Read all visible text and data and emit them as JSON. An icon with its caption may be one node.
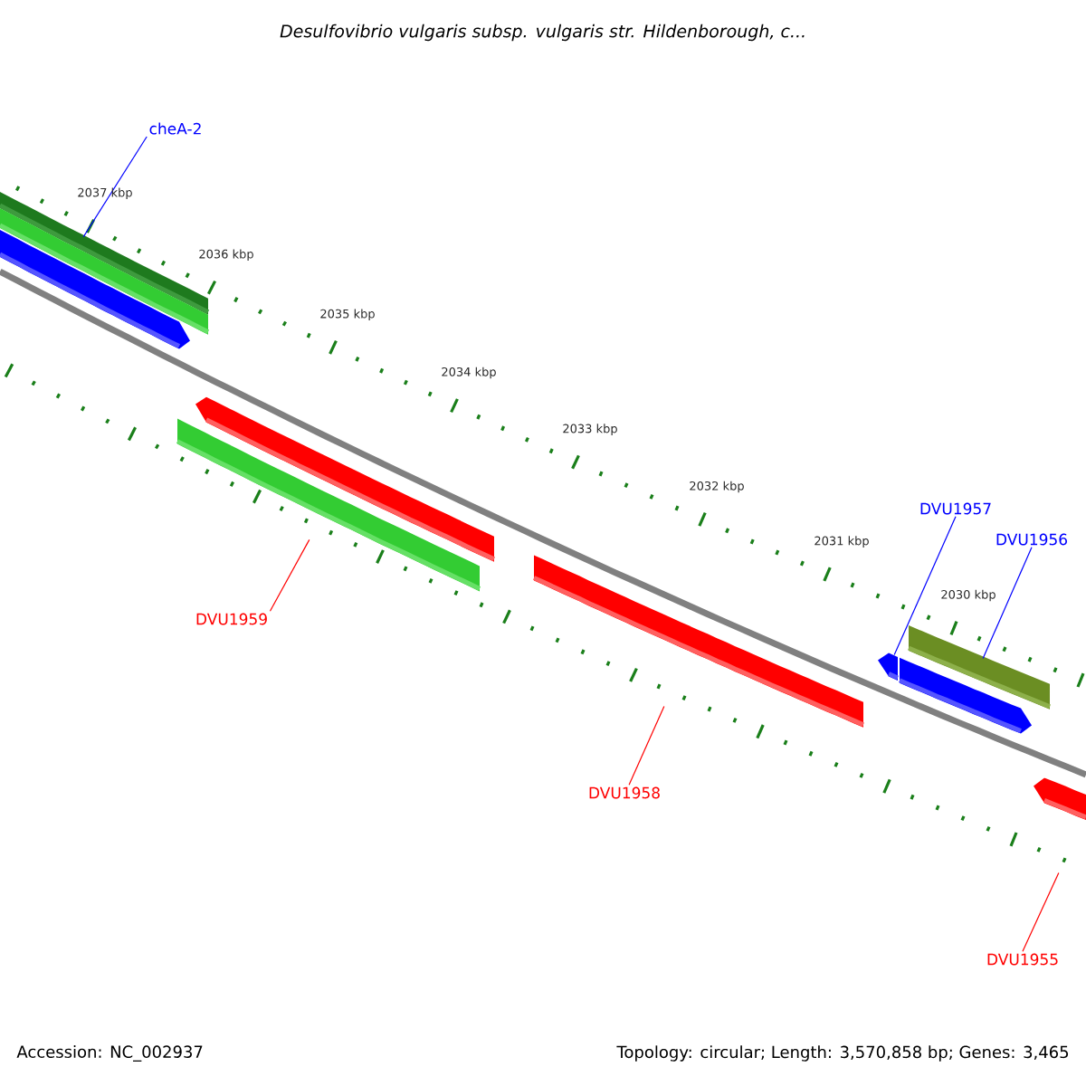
{
  "diagram": {
    "title": "Desulfovibrio vulgaris subsp. vulgaris str. Hildenborough, c...",
    "nodes": [
      {
        "text": [
          "cheA-2"
        ]
      },
      {
        "text": [],
        "shape": "bar"
      },
      {
        "text": [],
        "shape": "bar"
      },
      {
        "text": [],
        "shape": "bar"
      },
      {
        "text": [],
        "shape": "bar"
      },
      {
        "text": [],
        "shape": "bar"
      },
      {
        "text": [],
        "shape": "bar"
      },
      {
        "text": [],
        "shape": "bar"
      },
      {
        "text": [],
        "shape": "bar"
      },
      {
        "text": [],
        "shape": "bar"
      },
      {
        "text": [],
        "shape": "bar"
      },
      {
        "text": [
          "DVU1957"
        ]
      },
      {
        "text": [
          "DVU1956"
        ]
      },
      {
        "text": [
          "DVU1959"
        ]
      },
      {
        "text": [
          "DVU1958"
        ]
      },
      {
        "text": [
          "DVU1955"
        ]
      }
    ],
    "edges": [
      {
        "from": 0,
        "to": 1,
        "arrow": "none",
        "color": "#0000ff"
      },
      {
        "from": 13,
        "to": 5,
        "arrow": "none",
        "color": "#ff0000"
      },
      {
        "from": 14,
        "to": 6,
        "arrow": "none",
        "color": "#ff0000"
      },
      {
        "from": 11,
        "to": 7,
        "arrow": "none",
        "color": "#0000ff"
      },
      {
        "from": 12,
        "to": 8,
        "arrow": "none",
        "color": "#0000ff"
      },
      {
        "from": 15,
        "to": 10,
        "arrow": "none",
        "color": "#ff0000"
      }
    ],
    "labels": [
      "2037 kbp",
      "2036 kbp",
      "2035 kbp",
      "2034 kbp",
      "2033 kbp",
      "2032 kbp",
      "2031 kbp",
      "2030 kbp",
      "Accession: NC_002937",
      "Topology: circular; Length: 3,570,858 bp; Genes: 3,465"
    ]
  }
}
